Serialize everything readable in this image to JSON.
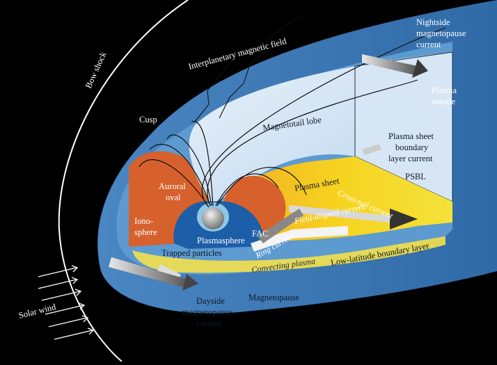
{
  "labels": {
    "bow_shock": "Bow shock",
    "solar_wind": "Solar wind",
    "imf": "Interplanetary magnetic field",
    "nightside_line1": "Nightside",
    "nightside_line2": "magnetopause",
    "nightside_line3": "current",
    "plasma_mantle_line1": "Plasma",
    "plasma_mantle_line2": "mantle",
    "cusp": "Cusp",
    "magnetotail_lobe": "Magnetotail lobe",
    "psbl_current_line1": "Plasma sheet",
    "psbl_current_line2": "boundary",
    "psbl_current_line3": "layer current",
    "psbl": "PSBL",
    "plasma_sheet": "Plasma sheet",
    "auroral_line1": "Auroral",
    "auroral_line2": "oval",
    "cross_tail": "Cross-tail current",
    "iono_line1": "Iono-",
    "iono_line2": "sphere",
    "fac": "FAC",
    "field_aligned": "Field-aligned current",
    "plasmasphere": "Plasmasphere",
    "ring_current": "Ring current",
    "trapped": "Trapped particles",
    "convecting": "Convecting plasma",
    "llbl": "Low-latitude boundary layer",
    "dayside_line1": "Dayside",
    "dayside_line2": "magnetopause",
    "dayside_line3": "current",
    "magnetopause": "Magnetopause"
  },
  "colors": {
    "background": "#000000",
    "magnetosphere_outer": "#3d79b4",
    "magnetosphere_mid": "#5a9ad0",
    "lobe": "#cfe1f2",
    "plasma_sheet_yellow": "#f4d21a",
    "plasma_sheet_orange": "#e7a020",
    "cusp_red": "#d4602c",
    "plasmasphere": "#1e5fa8"
  }
}
